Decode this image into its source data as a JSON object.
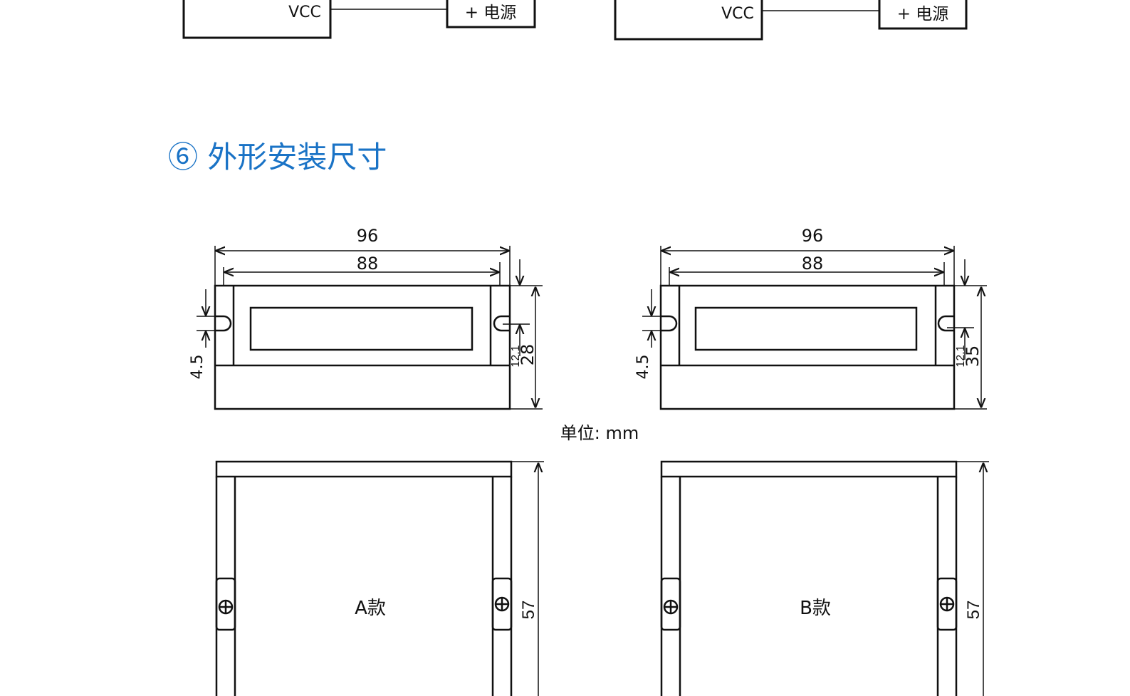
{
  "wiring": {
    "left": {
      "pin": "VCC",
      "supply": "+ 电源"
    },
    "right": {
      "pin": "VCC",
      "supply": "+ 电源"
    }
  },
  "section": {
    "title": "⑥ 外形安装尺寸",
    "title_color": "#1a73c6"
  },
  "unit_label": "单位: mm",
  "models": {
    "a": {
      "label": "A款",
      "width_outer": "96",
      "width_inner": "88",
      "slot_offset": "12.1",
      "height": "28",
      "slot_width": "4.5",
      "depth": "57"
    },
    "b": {
      "label": "B款",
      "width_outer": "96",
      "width_inner": "88",
      "slot_offset": "12.1",
      "height": "35",
      "slot_width": "4.5",
      "depth": "57"
    }
  }
}
